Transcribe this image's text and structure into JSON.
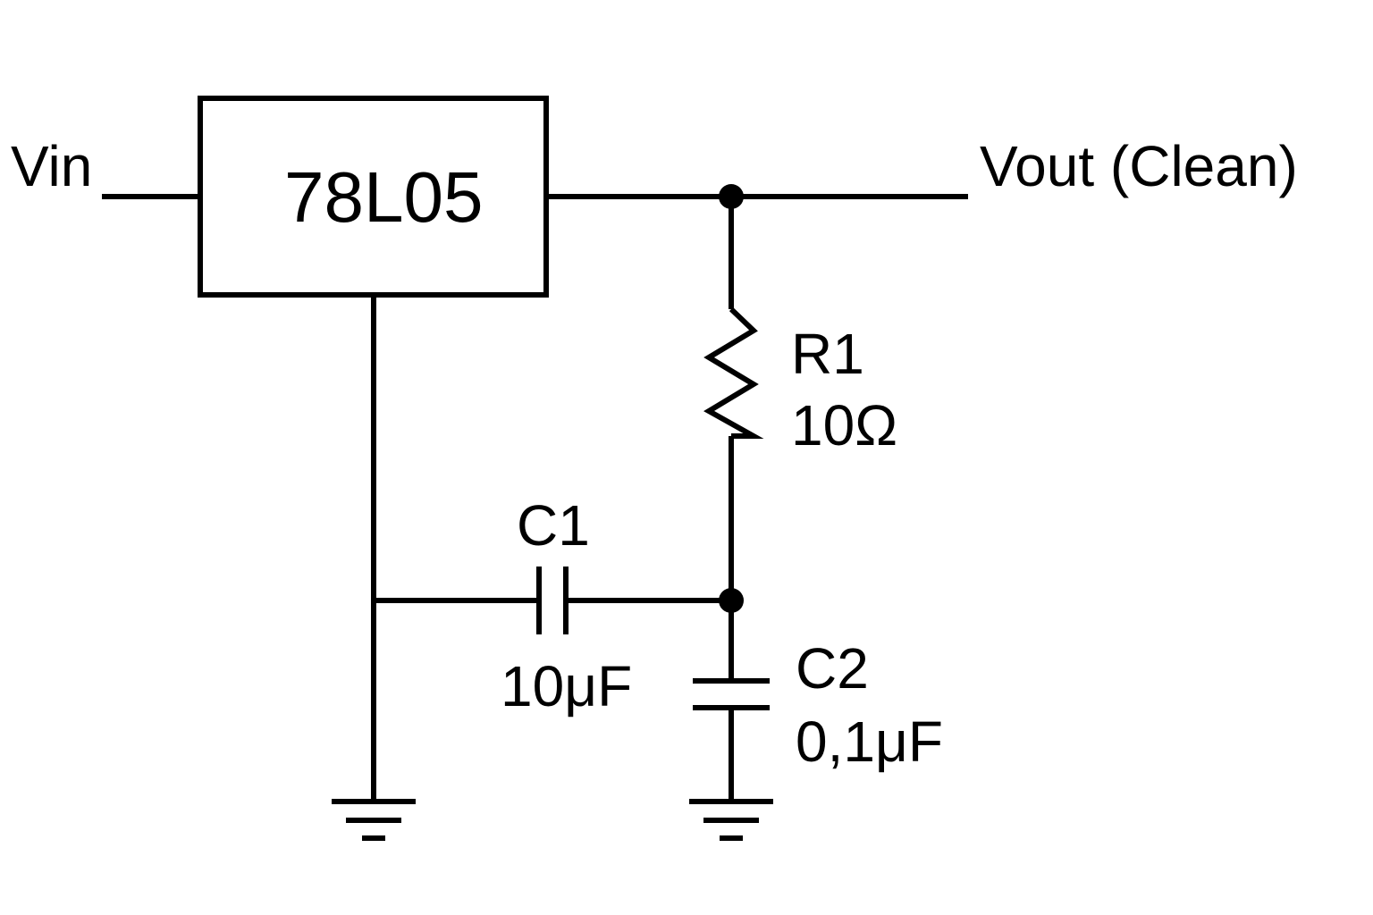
{
  "labels": {
    "vin": "Vin",
    "vout": "Vout (Clean)",
    "regulator": "78L05",
    "r1_name": "R1",
    "r1_value": "10Ω",
    "c1_name": "C1",
    "c1_value": "10μF",
    "c2_name": "C2",
    "c2_value": "0,1μF"
  },
  "colors": {
    "line": "#000000",
    "background": "#ffffff"
  }
}
